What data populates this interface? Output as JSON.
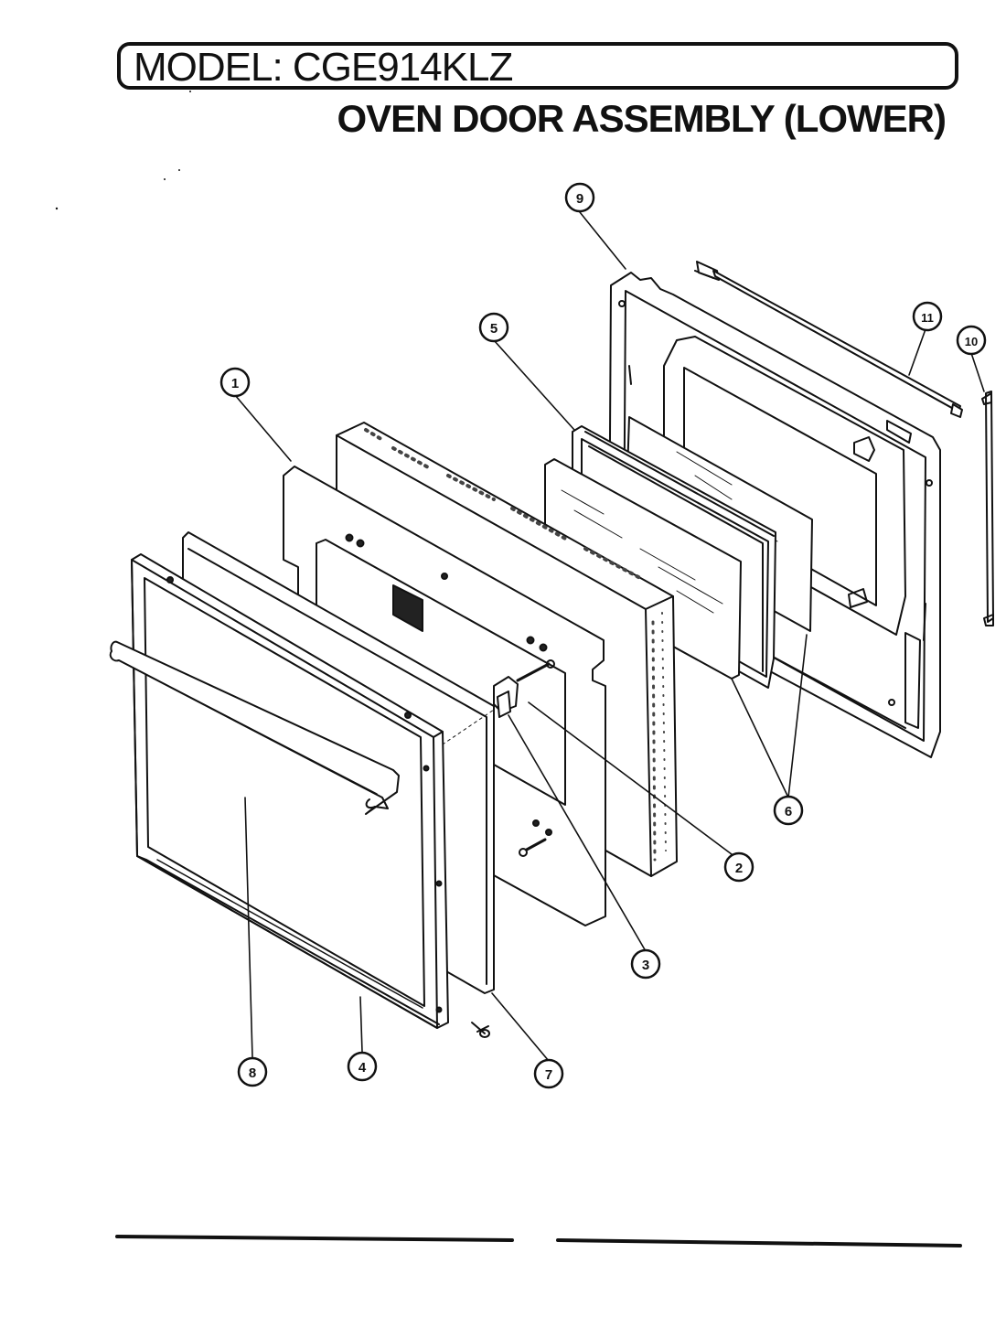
{
  "header": {
    "model": "MODEL: CGE914KLZ",
    "title": "OVEN DOOR ASSEMBLY (LOWER)"
  },
  "callouts": [
    {
      "id": "c1",
      "label": "1"
    },
    {
      "id": "c2",
      "label": "2"
    },
    {
      "id": "c3",
      "label": "3"
    },
    {
      "id": "c4",
      "label": "4"
    },
    {
      "id": "c5",
      "label": "5"
    },
    {
      "id": "c6",
      "label": "6"
    },
    {
      "id": "c7",
      "label": "7"
    },
    {
      "id": "c8",
      "label": "8"
    },
    {
      "id": "c9",
      "label": "9"
    },
    {
      "id": "c10",
      "label": "10"
    },
    {
      "id": "c11",
      "label": "11"
    }
  ],
  "colors": {
    "ink": "#111111",
    "paper": "#ffffff",
    "shade": "#444444"
  }
}
